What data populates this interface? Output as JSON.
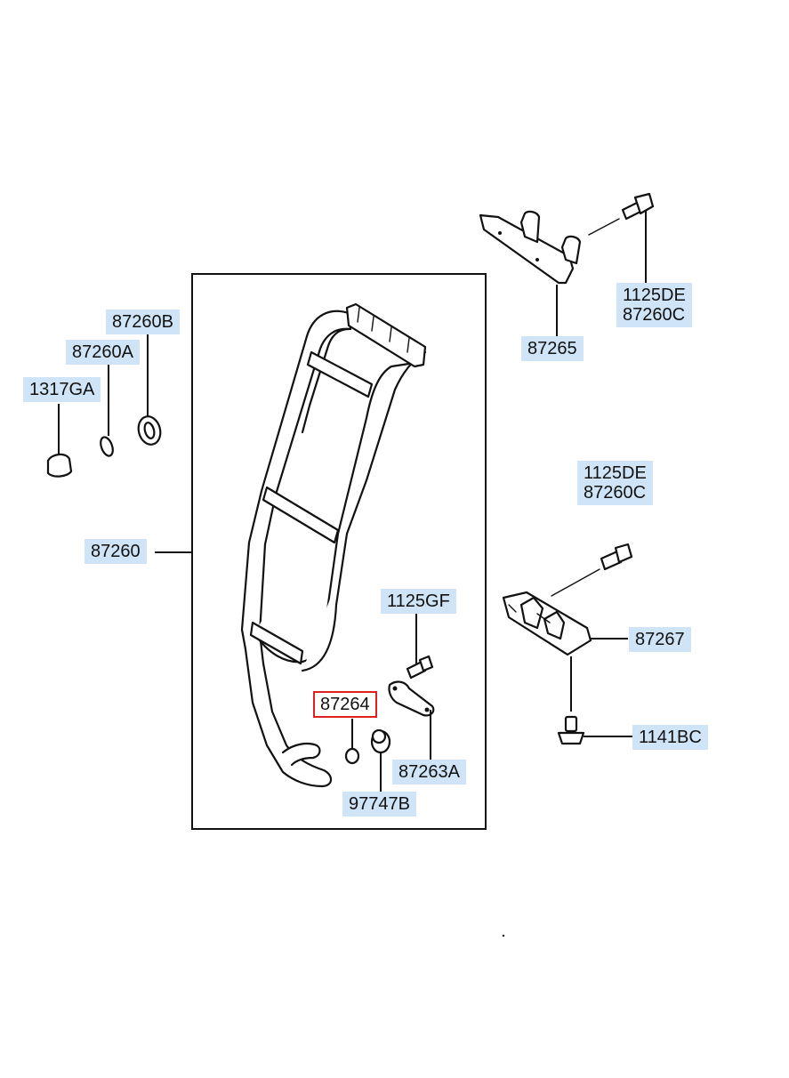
{
  "callouts": {
    "c_87260B": "87260B",
    "c_87260A": "87260A",
    "c_1317GA": "1317GA",
    "c_87260": "87260",
    "c_87265": "87265",
    "c_top_1125DE": "1125DE",
    "c_top_87260C": "87260C",
    "c_mid_1125DE": "1125DE",
    "c_mid_87260C": "87260C",
    "c_1125GF": "1125GF",
    "c_87264": "87264",
    "c_87263A": "87263A",
    "c_97747B": "97747B",
    "c_87267": "87267",
    "c_1141BC": "1141BC"
  },
  "selected_part": "87264",
  "colors": {
    "callout_bg": "#cfe4f7",
    "selected_outline": "#e02020",
    "line": "#111111"
  }
}
